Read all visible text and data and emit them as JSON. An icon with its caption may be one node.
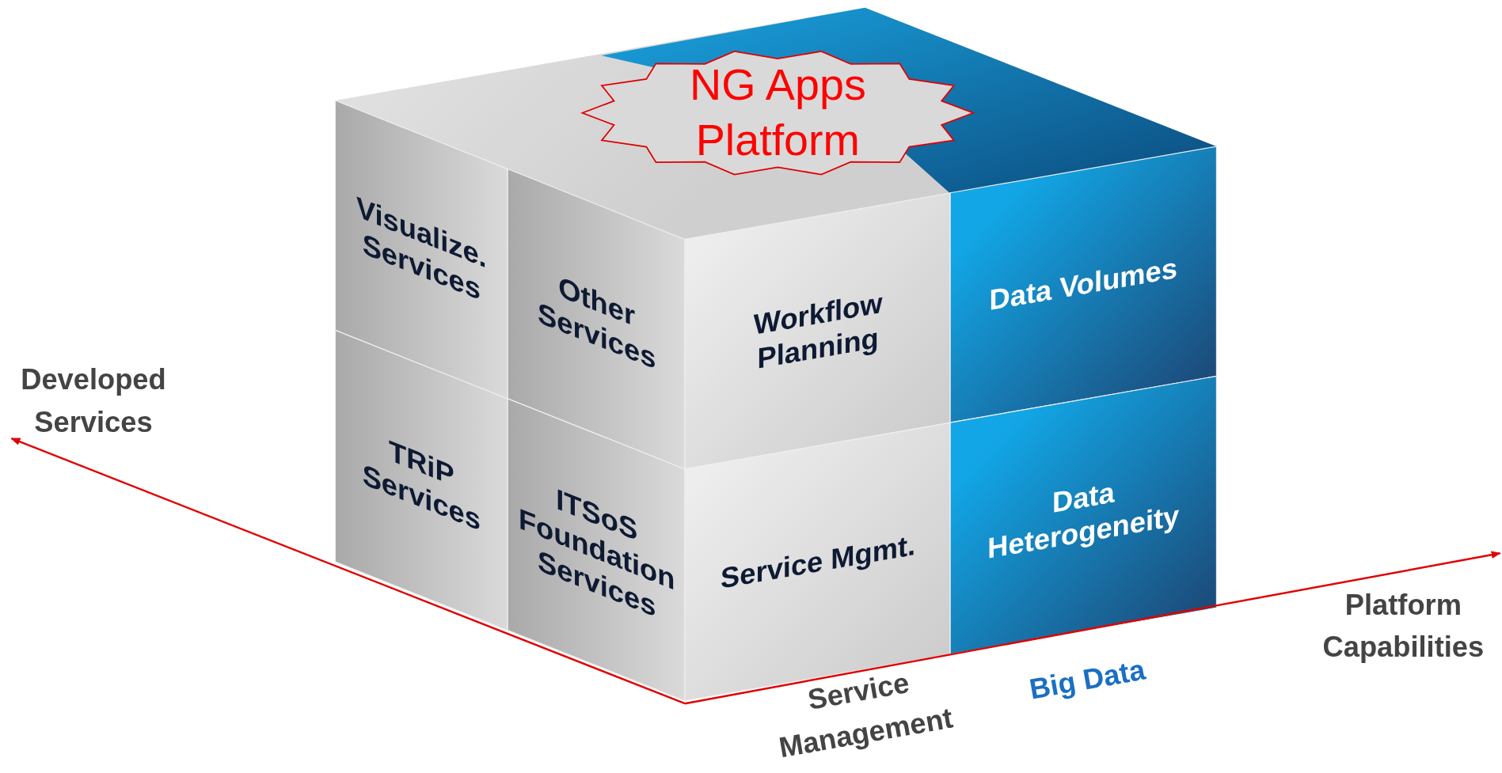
{
  "diagram": {
    "nodes": [
      {
        "text": [
          "NG Apps Platform"
        ]
      },
      {
        "text": [
          "Visualize. Services"
        ]
      },
      {
        "text": [
          "Other Services"
        ]
      },
      {
        "text": [
          "Workflow Planning"
        ]
      },
      {
        "text": [
          "Data Volumes"
        ]
      },
      {
        "text": [
          "TRiP Services"
        ]
      },
      {
        "text": [
          "ITSoS Foundation Services"
        ]
      },
      {
        "text": [
          "Service Mgmt."
        ]
      },
      {
        "text": [
          "Data Heterogeneity"
        ]
      }
    ],
    "labels": [
      "Developed Services",
      "Platform Capabilities",
      "Service Management",
      "Big Data"
    ]
  }
}
